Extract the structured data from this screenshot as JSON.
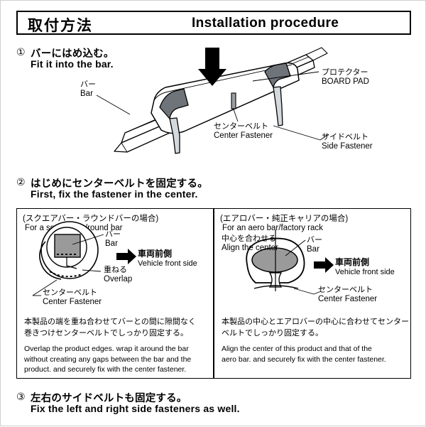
{
  "header": {
    "title_jp": "取付方法",
    "title_en": "Installation procedure"
  },
  "steps": [
    {
      "num": "①",
      "jp": "バーにはめ込む。",
      "en": "Fit it into the bar."
    },
    {
      "num": "②",
      "jp": "はじめにセンターベルトを固定する。",
      "en": "First, fix the fastener in the center."
    },
    {
      "num": "③",
      "jp": "左右のサイドベルトも固定する。",
      "en": "Fix the left and right side fasteners as well."
    }
  ],
  "main_diagram": {
    "labels": {
      "bar": {
        "jp": "バー",
        "en": "Bar"
      },
      "board_pad": {
        "jp": "プロテクター",
        "en": "BOARD PAD"
      },
      "center_fastener": {
        "jp": "センターベルト",
        "en": "Center Fastener"
      },
      "side_fastener": {
        "jp": "サイドベルト",
        "en": "Side Fastener"
      }
    },
    "press_arrow": "down-arrow-icon"
  },
  "panel_left": {
    "head_jp": "(スクエアバー・ラウンドバーの場合)",
    "head_en": "For a square bar/round bar",
    "labels": {
      "bar": {
        "jp": "バー",
        "en": "Bar"
      },
      "vehicle_front": {
        "jp": "車両前側",
        "en": "Vehicle front side"
      },
      "overlap": {
        "jp": "重ねる",
        "en": "Overlap"
      },
      "center_fastener": {
        "jp": "センターベルト",
        "en": "Center Fastener"
      }
    },
    "body_jp": "本製品の端を重ね合わせてバーとの間に隙間なく\n巻きつけセンターベルトでしっかり固定する。",
    "body_en": "Overlap the product edges. wrap it around the bar\nwithout creating any gaps between the bar and the\nproduct. and securely fix with the center fastener."
  },
  "panel_right": {
    "head_jp": "(エアロバー・純正キャリアの場合)",
    "head_en": "For an aero bar/factory rack",
    "labels": {
      "align_center": {
        "jp": "中心を合わせる",
        "en": "Align the center"
      },
      "bar": {
        "jp": "バー",
        "en": "Bar"
      },
      "vehicle_front": {
        "jp": "車両前側",
        "en": "Vehicle front side"
      },
      "center_fastener": {
        "jp": "センターベルト",
        "en": "Center Fastener"
      }
    },
    "body_jp": "本製品の中心とエアロバーの中心に合わせてセンター\nベルトでしっかり固定する。",
    "body_en": "Align the center of this product and that of the\naero bar. and securely fix with the center fastener."
  },
  "colors": {
    "line": "#000000",
    "bar_fill": "#9a9a9a",
    "strap_fill": "#cfd4d8",
    "pad_fill": "#ffffff"
  }
}
